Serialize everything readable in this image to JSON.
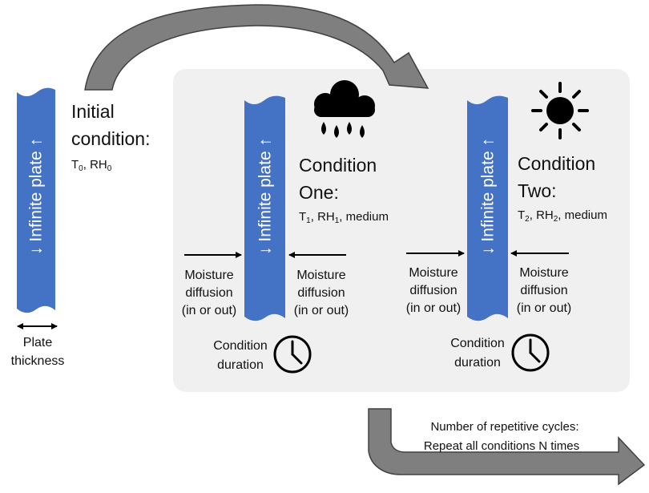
{
  "plate": {
    "label": "↓ Infinite plate ↑",
    "thickness_label_line1": "Plate",
    "thickness_label_line2": "thickness"
  },
  "initial": {
    "title_line1": "Initial",
    "title_line2": "condition:",
    "params": "T0, RH0"
  },
  "condition_one": {
    "title_line1": "Condition",
    "title_line2": "One:",
    "params": "T1, RH1, medium",
    "icon": "rain-cloud-icon"
  },
  "condition_two": {
    "title_line1": "Condition",
    "title_line2": "Two:",
    "params": "T2, RH2, medium",
    "icon": "sun-icon"
  },
  "diffusion": {
    "line1": "Moisture",
    "line2": "diffusion",
    "line3": "(in or out)"
  },
  "duration": {
    "line1": "Condition",
    "line2": "duration",
    "icon": "clock-icon"
  },
  "cycles": {
    "line1": "Number of repetitive cycles:",
    "line2": "Repeat all conditions N times"
  },
  "colors": {
    "plate": "#4472C4",
    "panel": "#F0F0F0",
    "arrow": "#7F7F7F"
  }
}
